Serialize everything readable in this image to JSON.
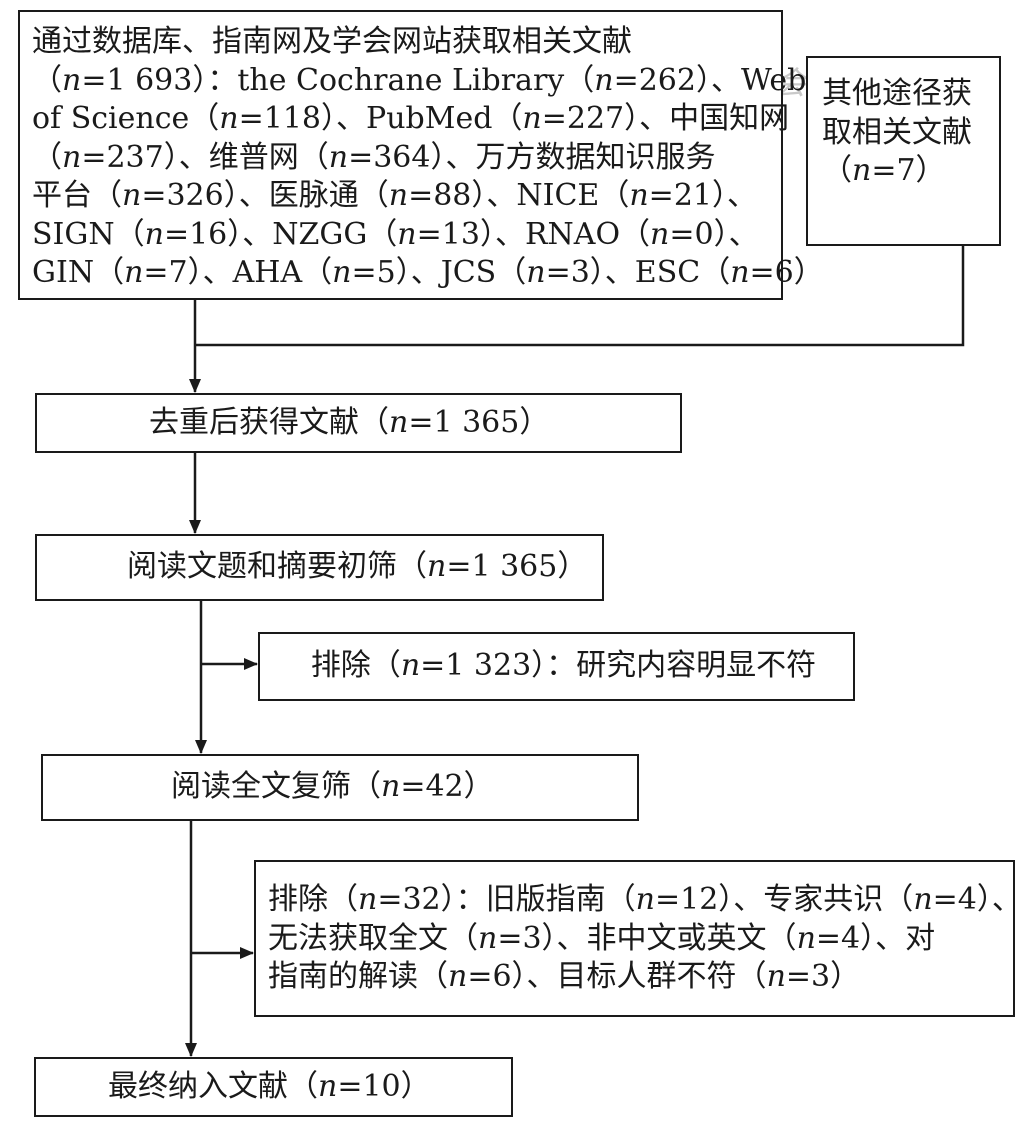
{
  "boxes": {
    "database_search": {
      "lines": [
        "通过数据库、指南网及学会网站获取相关文献",
        "（n=1 693）：the Cochrane Library（n=262）、Web",
        "of Science（n=118）、PubMed（n=227）、中国知网",
        "（n=237）、维普网（n=364）、万方数据知识服务",
        "平台（n=326）、医脉通（n=88）、NICE（n=21）、",
        "SIGN（n=16）、NZGG（n=13）、RNAO（n=0）、",
        "GIN（n=7）、AHA（n=5）、JCS（n=3）、ESC（n=6）"
      ]
    },
    "other_sources": {
      "lines": [
        "其他途径获",
        "取相关文献",
        "（n=7）"
      ]
    },
    "after_dedup": "去重后获得文献（n=1 365）",
    "title_abstract_screen": "阅读文题和摘要初筛（n=1 365）",
    "exclusion_1": "排除（n=1 323）：研究内容明显不符",
    "full_text_screen": "阅读全文复筛（n=42）",
    "exclusion_2": {
      "lines": [
        "排除（n=32）：旧版指南（n=12）、专家共识（n=4）、",
        "无法获取全文（n=3）、非中文或英文（n=4）、对",
        "指南的解读（n=6）、目标人群不符（n=3）"
      ]
    },
    "final_included": "最终纳入文献（n=10）"
  },
  "watermark": "药学学会"
}
